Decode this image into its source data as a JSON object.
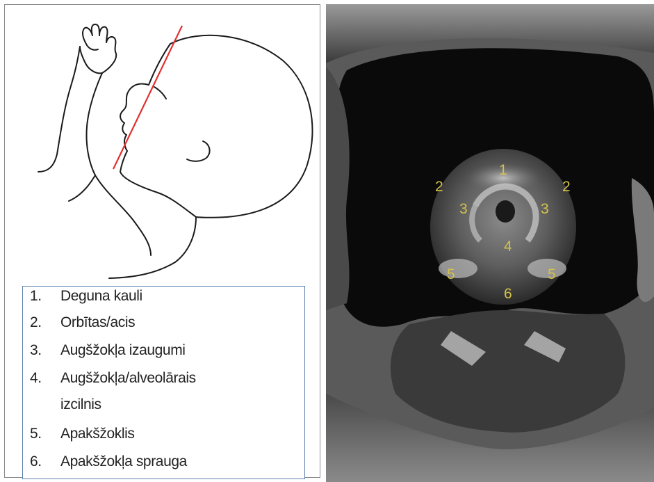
{
  "legend": {
    "items": [
      {
        "num": "1.",
        "text": "Deguna kauli"
      },
      {
        "num": "2.",
        "text": "Orbītas/acis"
      },
      {
        "num": "3.",
        "text": "Augšžokļa izaugumi"
      },
      {
        "num": "4.",
        "text": "Augšžokļa/alveolārais",
        "continuation": "izcilnis"
      },
      {
        "num": "5.",
        "text": "Apakšžoklis"
      },
      {
        "num": "6.",
        "text": "Apakšžokļa sprauga"
      }
    ]
  },
  "ultrasound_labels": {
    "nasal_bones": "1",
    "orbit_left": "2",
    "orbit_right": "2",
    "maxilla_left": "3",
    "maxilla_right": "3",
    "alveolar_ridge": "4",
    "mandible_left": "5",
    "mandible_right": "5",
    "mandible_gap": "6"
  },
  "colors": {
    "sketch_line": "#1a1a1a",
    "plane_line": "#e03030",
    "legend_border": "#5b7fb0",
    "label_color": "#d4c24a"
  }
}
